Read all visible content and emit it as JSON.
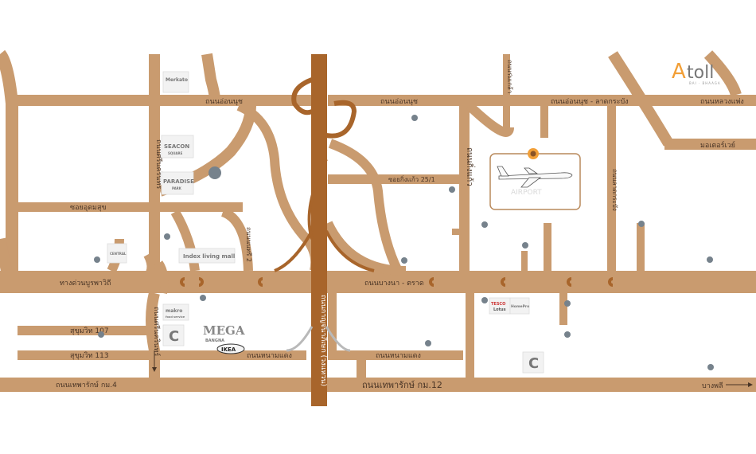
{
  "brand": {
    "logo_a": "A",
    "logo_rest": "toll",
    "tagline": "BAI · BHAAGA"
  },
  "roads": {
    "on_nut_left": "ถนนอ่อนนุช",
    "on_nut_mid": "ถนนอ่อนนุช",
    "on_nut_right": "ถนนอ่อนนุช - ลาดกระบัง",
    "luang_phaeng": "ถนนหลวงแพ่ง",
    "motorway": "มอเตอร์เวย์",
    "soi_udomsuk": "ซอยอุดมสุข",
    "soi_watkae": "ซอยกิ่งแก้ว 25/1",
    "burapha_withi": "ทางด่วนบูรพาวิถี",
    "bangna_trat": "ถนนบางนา - ตราด",
    "sukhumvit_107": "สุขุมวิท 107",
    "sukhumvit_113": "สุขุมวิท 113",
    "nong_mae_daeng_left": "ถนนหนามแดง",
    "nong_mae_daeng_right": "ถนนหนามแดง",
    "thepharak_km4": "ถนนเทพารักษ์ กม.4",
    "thepharak_km12": "ถนนเทพารักษ์ กม.12",
    "bang_phli": "บางพลี",
    "srinagarindra": "ถนนศรีนครินทร์",
    "kanchanaphisek": "ถนนกาญจนาภิเษก (วงแหวน)",
    "king_kaeo": "ถนนกิ่งแก้ว",
    "romklao": "ถนนร่มเกล้า",
    "lat_krabang_v": "ถนนลาดกระบัง",
    "thanon_khrom": "ถนนนนทรี 2"
  },
  "landmarks": {
    "merkato": "Merkato",
    "seacon": "SEACON",
    "seacon_sub": "SQUARE",
    "paradise": "PARADISE",
    "paradise_sub": "PARK",
    "index": "Index living mall",
    "central": "CENTRAL",
    "makro": "makro",
    "makro_sub": "food service",
    "mega": "MEGA",
    "mega_sub": "BANGNA",
    "ikea": "IKEA",
    "tesco": "TESCO",
    "tesco_sub": "Lotus",
    "big_c": "C",
    "homepro": "HomePro"
  },
  "project": {
    "label": "AIRPORT"
  },
  "colors": {
    "road": "#c99b6f",
    "highway": "#a8652b",
    "accent": "#f29f37",
    "pin": "#8a5326",
    "poi_dot": "#76828c"
  },
  "icons": {
    "airplane": "airplane-icon",
    "arrow": "arrow-right-icon",
    "poi": "poi-dot-icon",
    "pin": "project-pin-icon",
    "interchange": "interchange-icon"
  }
}
